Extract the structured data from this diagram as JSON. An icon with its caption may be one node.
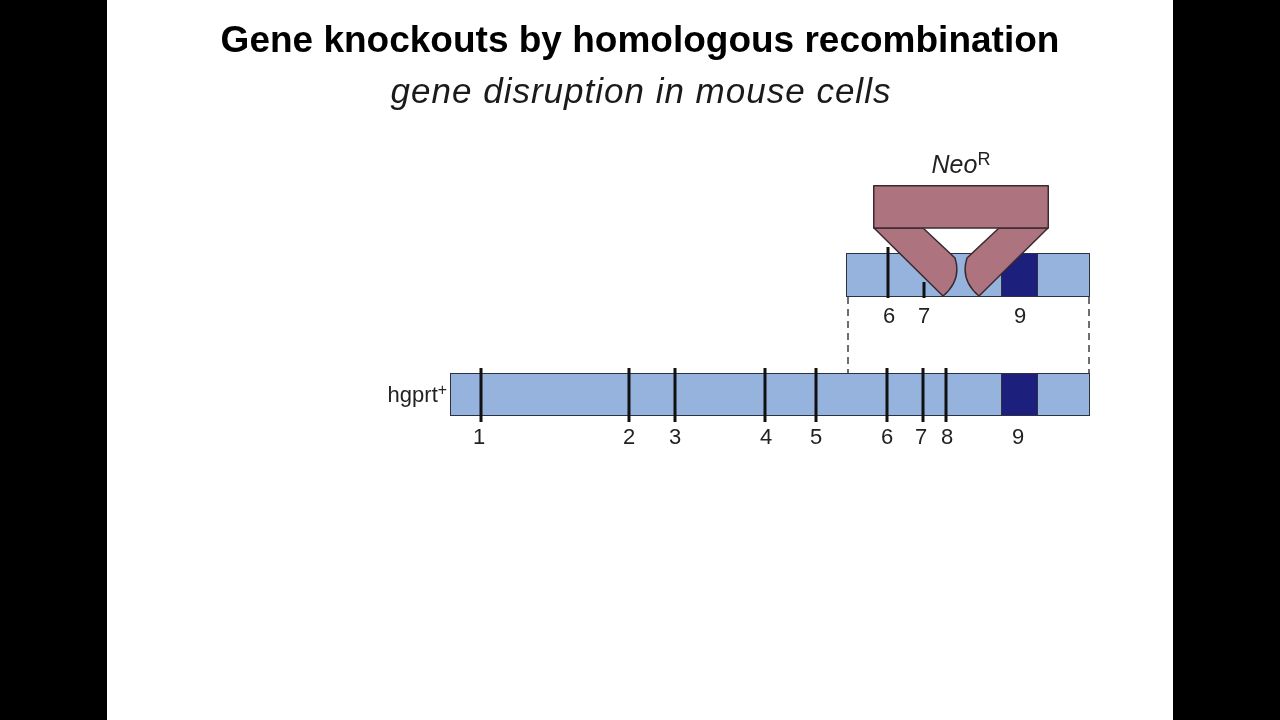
{
  "diagram": {
    "title": "Gene knockouts by homologous recombination",
    "caption": "gene disruption in mouse cells",
    "nodes": [
      {
        "text": [
          "*Neo*$^{R}$"
        ]
      },
      {
        "text": [],
        "shape": "bar",
        "beside": [
          "6",
          "7",
          "9"
        ]
      },
      {
        "text": [
          "hgprt$^{+}$"
        ],
        "beside": [
          "1",
          "2",
          "3",
          "4",
          "5",
          "6",
          "7",
          "8",
          "9"
        ]
      }
    ],
    "edges": [
      {
        "from": 1,
        "to": 2,
        "arrow": "none",
        "style": "dashed"
      },
      {
        "from": 1,
        "to": 2,
        "arrow": "none",
        "style": "dashed"
      }
    ]
  }
}
